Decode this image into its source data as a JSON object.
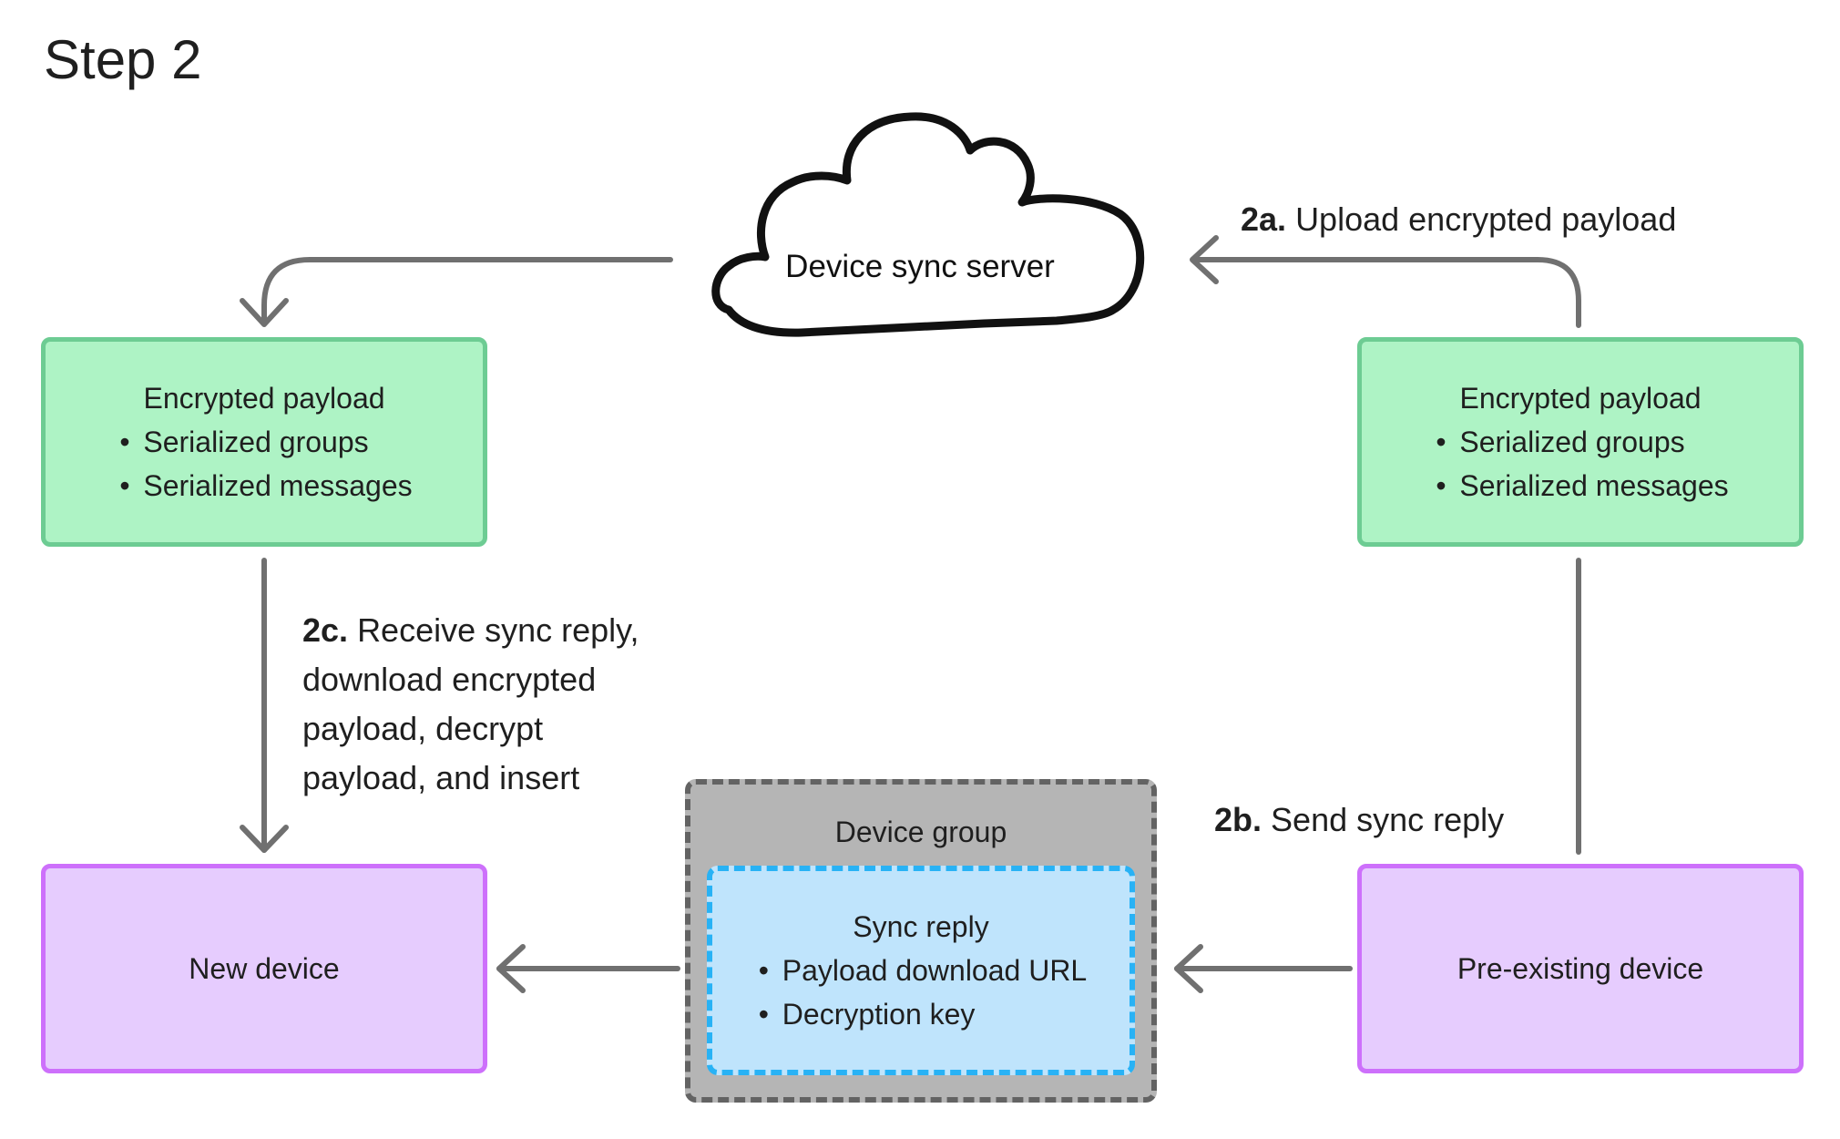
{
  "title": "Step 2",
  "cloud": {
    "label": "Device sync server"
  },
  "payload_left": {
    "heading": "Encrypted payload",
    "items": [
      "Serialized groups",
      "Serialized messages"
    ]
  },
  "payload_right": {
    "heading": "Encrypted payload",
    "items": [
      "Serialized groups",
      "Serialized messages"
    ]
  },
  "new_device": {
    "label": "New device"
  },
  "pre_existing_device": {
    "label": "Pre-existing device"
  },
  "device_group": {
    "label": "Device group"
  },
  "sync_reply": {
    "heading": "Sync reply",
    "items": [
      "Payload download URL",
      "Decryption key"
    ]
  },
  "steps": {
    "step_2a": {
      "number": "2a.",
      "text": "Upload encrypted payload"
    },
    "step_2b": {
      "number": "2b.",
      "text": "Send sync reply"
    },
    "step_2c": {
      "number": "2c.",
      "lines": [
        "Receive sync reply,",
        "download encrypted",
        "payload, decrypt",
        "payload, and insert"
      ]
    }
  },
  "colors": {
    "green_fill": "#aef3c5",
    "green_border": "#6dcc93",
    "purple_fill": "#e6ccfe",
    "purple_border": "#cd70fb",
    "group_fill": "#b5b5b5",
    "group_border": "#636363",
    "reply_fill": "#bfe4fc",
    "reply_border": "#28b2f5",
    "arrow": "#707070"
  }
}
